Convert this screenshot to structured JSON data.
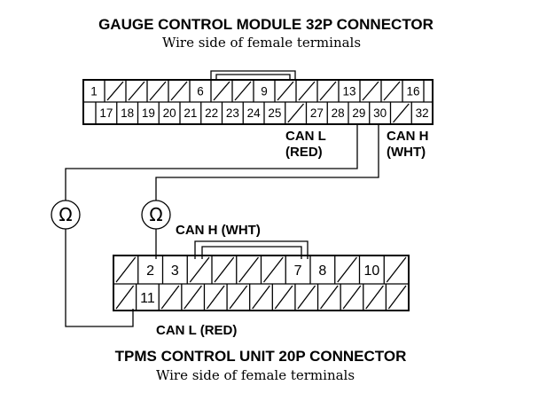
{
  "gauge_connector": {
    "title": "GAUGE CONTROL MODULE 32P CONNECTOR",
    "subtitle": "Wire side of female terminals",
    "top_row": [
      "1",
      "",
      "",
      "",
      "",
      "6",
      "",
      "",
      "9",
      "",
      "",
      "",
      "13",
      "",
      "",
      "16"
    ],
    "bottom_row": [
      "",
      "17",
      "18",
      "19",
      "20",
      "21",
      "22",
      "23",
      "24",
      "25",
      "",
      "27",
      "28",
      "29",
      "30",
      "",
      "32"
    ],
    "can_l_label_1": "CAN L",
    "can_l_label_2": "(RED)",
    "can_h_label_1": "CAN H",
    "can_h_label_2": "(WHT)"
  },
  "tpms_connector": {
    "title": "TPMS CONTROL UNIT 20P CONNECTOR",
    "subtitle": "Wire side of female terminals",
    "top_row": [
      "",
      "2",
      "3",
      "",
      "",
      "",
      "",
      "7",
      "8",
      "",
      "10",
      ""
    ],
    "bottom_row": [
      "",
      "11",
      "",
      "",
      "",
      "",
      "",
      "",
      "",
      "",
      "",
      "",
      ""
    ],
    "can_h_label": "CAN H (WHT)",
    "can_l_label": "CAN L (RED)"
  },
  "meters": [
    {
      "icon": "ohmmeter-icon",
      "symbol": "Ω"
    },
    {
      "icon": "ohmmeter-icon",
      "symbol": "Ω"
    }
  ]
}
